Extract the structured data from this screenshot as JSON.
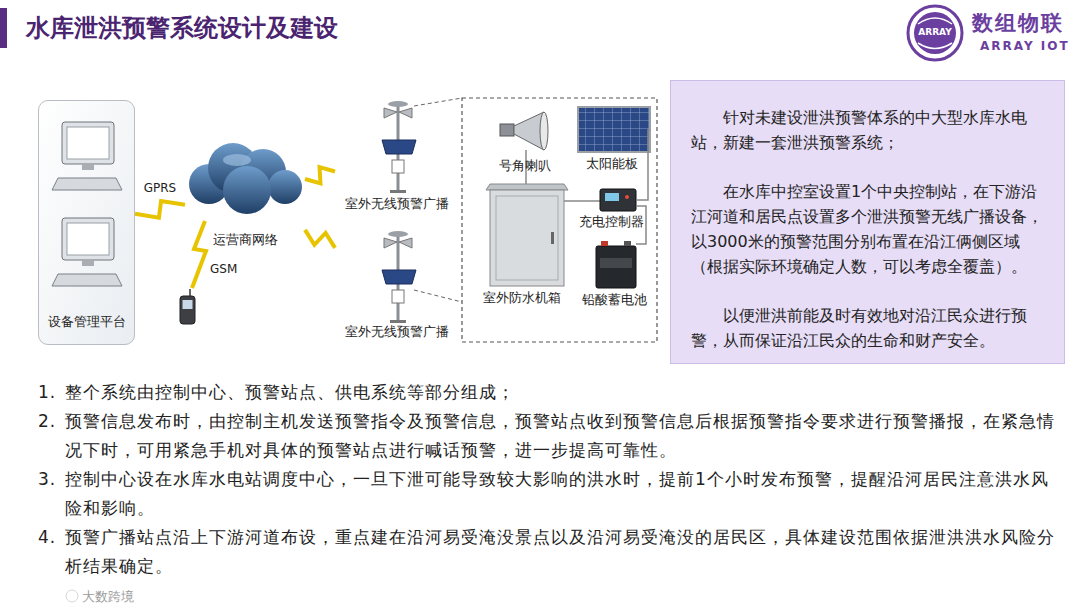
{
  "diagram": {
    "title": "水库泄洪预警系统设计及建设",
    "nodes": [
      {
        "text": [
          "设备管理平台"
        ]
      },
      {
        "text": [
          "运营商网络"
        ]
      },
      {
        "text": [
          "室外无线预警广播"
        ]
      },
      {
        "text": [
          "室外无线预警广播"
        ]
      },
      {
        "text": [
          "号角喇叭"
        ]
      },
      {
        "text": [
          "太阳能板"
        ]
      },
      {
        "text": [
          "充电控制器"
        ]
      },
      {
        "text": [
          "室外防水机箱"
        ]
      },
      {
        "text": [
          "铅酸蓄电池"
        ]
      },
      {
        "text": [
          "针对未建设泄洪预警体系的中大型水库水电站，新建一套泄洪预警系统；",
          "在水库中控室设置1个中央控制站，在下游沿江河道和居民点设置多个泄洪预警无线广播设备，以3000米的预警范围分别布置在沿江俩侧区域（根据实际环境确定人数，可以考虑全覆盖）。",
          "以便泄洪前能及时有效地对沿江民众进行预警，从而保证沿江民众的生命和财产安全。"
        ]
      }
    ],
    "edges": [
      {
        "from": 0,
        "to": 1,
        "label": "GPRS",
        "arrow": "none"
      },
      {
        "from": 1,
        "to": 2,
        "arrow": "none"
      },
      {
        "from": 1,
        "to": 3,
        "arrow": "none"
      }
    ],
    "labels": [
      "GSM",
      "数组物联",
      "ARRAY IOT",
      "ARRAY",
      "1.",
      "整个系统由控制中心、预警站点、供电系统等部分组成；",
      "2.",
      "预警信息发布时，由控制主机发送预警指令及预警信息，预警站点收到预警信息后根据预警指令要求进行预警播报，在紧急情况下时，可用紧急手机对具体的预警站点进行喊话预警，进一步提高可靠性。",
      "3.",
      "控制中心设在水库水电站调度中心，一旦下泄可能导致较大影响的洪水时，提前1个小时发布预警，提醒沿河居民注意洪水风险和影响。",
      "4.",
      "预警广播站点沿上下游河道布设，重点建在沿河易受淹没景点以及沿河易受淹没的居民区，具体建设范围依据泄洪洪水风险分析结果确定。",
      "大数跨境"
    ]
  }
}
